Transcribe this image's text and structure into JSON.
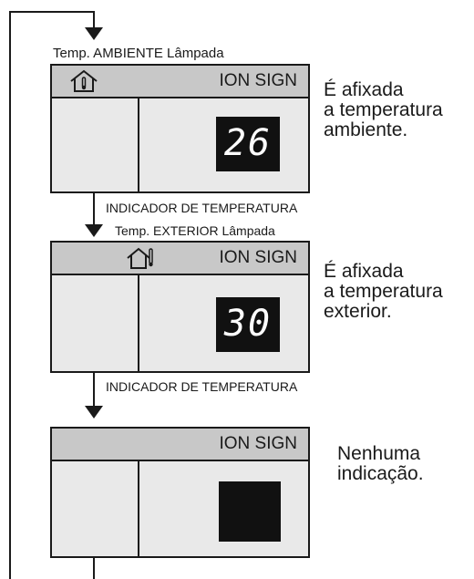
{
  "top_label": "Temp. AMBIENTE Lâmpada",
  "indicator_label_1": "INDICADOR DE TEMPERATURA",
  "exterior_label": "Temp. EXTERIOR Lâmpada",
  "indicator_label_2": "INDICADOR DE TEMPERATURA",
  "panels": [
    {
      "ion_sign": "ION SIGN",
      "lcd_value": "26",
      "icon": "house-thermometer-inside-icon",
      "caption": "É afixada\na temperatura\nambiente."
    },
    {
      "ion_sign": "ION SIGN",
      "lcd_value": "30",
      "icon": "house-thermometer-outside-icon",
      "caption": "É afixada\na temperatura\nexterior."
    },
    {
      "ion_sign": "ION SIGN",
      "lcd_value": "",
      "icon": "",
      "caption": "Nenhuma\nindicação."
    }
  ],
  "colors": {
    "line": "#1a1a1a",
    "panel_bar": "#c8c8c8",
    "panel_body": "#e9e9e9",
    "lcd": "#111111"
  }
}
